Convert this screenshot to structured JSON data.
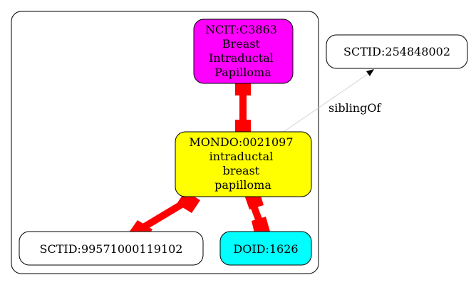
{
  "nodes": {
    "ncit": {
      "lines": [
        "NCIT:C3863",
        "Breast",
        "Intraductal",
        "Papilloma"
      ],
      "fill": "#ff00ff"
    },
    "mondo": {
      "lines": [
        "MONDO:0021097",
        "intraductal",
        "breast",
        "papilloma"
      ],
      "fill": "#ffff00"
    },
    "sctid_sib": {
      "lines": [
        "SCTID:254848002"
      ],
      "fill": "#ffffff"
    },
    "sctid_xref": {
      "lines": [
        "SCTID:99571000119102"
      ],
      "fill": "#ffffff"
    },
    "doid": {
      "lines": [
        "DOID:1626"
      ],
      "fill": "#00ffff"
    }
  },
  "edges": {
    "sibling_label": "siblingOf"
  },
  "colors": {
    "equivalence_edge": "#ff0000",
    "sibling_edge": "#d3d3d3",
    "outline": "#000000"
  }
}
